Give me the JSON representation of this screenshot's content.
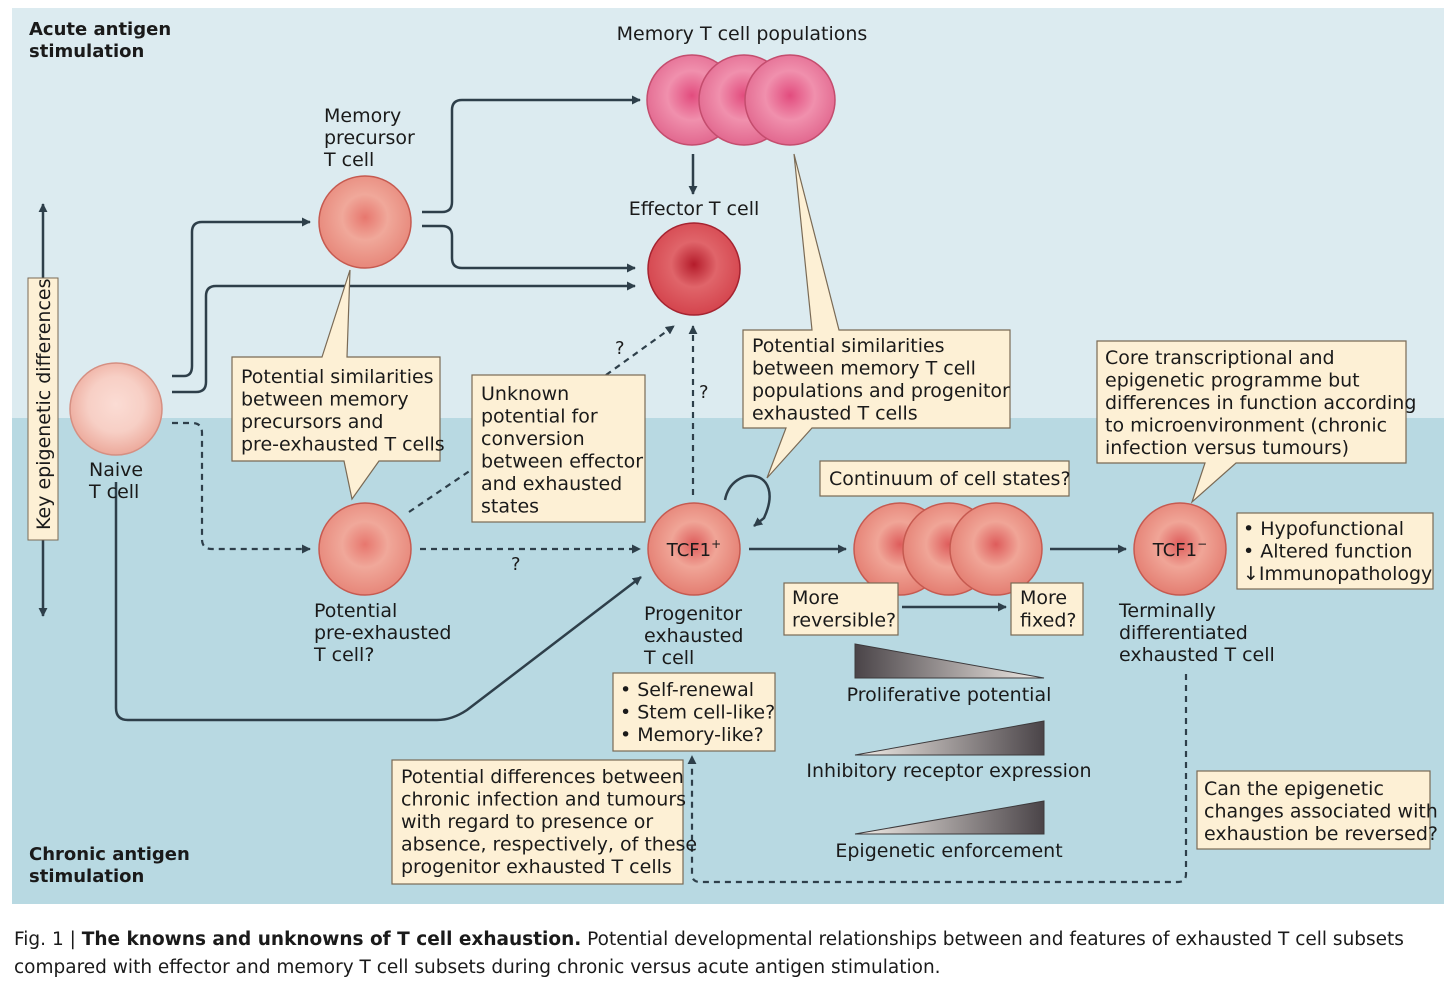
{
  "regions": {
    "acute": [
      "Acute antigen",
      "stimulation"
    ],
    "chronic": [
      "Chronic antigen",
      "stimulation"
    ]
  },
  "axis_label": "Key epigenetic differences",
  "cells": {
    "memory_populations": [
      "Memory T cell populations"
    ],
    "memory_precursor": [
      "Memory",
      "precursor",
      "T cell"
    ],
    "effector": [
      "Effector T cell"
    ],
    "naive": [
      "Naive",
      "T cell"
    ],
    "pre_exhausted": [
      "Potential",
      "pre-exhausted",
      "T cell?"
    ],
    "progenitor": [
      "Progenitor",
      "exhausted",
      "T cell"
    ],
    "terminal": [
      "Terminally",
      "differentiated",
      "exhausted T cell"
    ]
  },
  "cell_markers": {
    "progenitor": {
      "base": "TCF1",
      "sup": "+"
    },
    "terminal": {
      "base": "TCF1",
      "sup": "−"
    }
  },
  "questions": {
    "q_effector": "?",
    "q_progenitor_effector": "?",
    "q_preexhausted": "?"
  },
  "callouts": {
    "memory_precursor_similarity": [
      "Potential similarities",
      "between memory",
      "precursors and",
      "pre-exhausted T cells"
    ],
    "unknown_conversion": [
      "Unknown",
      "potential for",
      "conversion",
      "between effector",
      "and exhausted",
      "states"
    ],
    "memory_progenitor_similarity": [
      "Potential similarities",
      "between memory T cell",
      "populations and progenitor",
      "exhausted T cells"
    ],
    "core_programme": [
      "Core transcriptional and",
      "epigenetic programme but",
      "differences in function according",
      "to microenvironment (chronic",
      "infection versus tumours)"
    ],
    "continuum": [
      "Continuum of cell states?"
    ],
    "more_reversible": [
      "More",
      "reversible?"
    ],
    "more_fixed": [
      "More",
      "fixed?"
    ],
    "terminal_features": [
      "• Hypofunctional",
      "• Altered function",
      "↓Immunopathology"
    ],
    "progenitor_features": [
      "• Self-renewal",
      "• Stem cell-like?",
      "• Memory-like?"
    ],
    "chronic_vs_tumour": [
      "Potential differences between",
      "chronic infection and tumours",
      "with regard to presence or",
      "absence, respectively, of these",
      "progenitor exhausted T cells"
    ],
    "epigenetic_reversal": [
      "Can the epigenetic",
      "changes associated with",
      "exhaustion be reversed?"
    ]
  },
  "gradients": {
    "proliferative": "Proliferative potential",
    "inhibitory": "Inhibitory receptor expression",
    "epigenetic": "Epigenetic enforcement"
  },
  "caption": {
    "fig_label": "Fig. 1 |",
    "title": "The knowns and unknowns of T cell exhaustion.",
    "text": "Potential developmental relationships between and features of exhausted T cell subsets compared with effector and memory T cell subsets during chronic versus acute antigen stimulation."
  },
  "colors": {
    "acute_bg": "#dcebf0",
    "chronic_bg": "#b5d7e0",
    "callout_bg": "#fdf0d5",
    "arrow": "#2e3f4a",
    "cell_light": "#f7cfc4",
    "cell_mid": "#e78e83",
    "cell_effector": "#c42e3a",
    "cell_memory": "#e8608a"
  }
}
